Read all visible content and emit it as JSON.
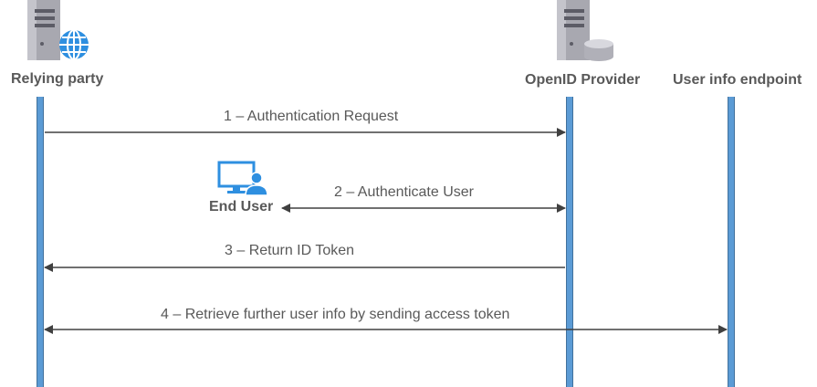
{
  "actors": {
    "relying_party": {
      "label": "Relying party",
      "icon": "server-globe-icon"
    },
    "openid_provider": {
      "label": "OpenID Provider",
      "icon": "server-database-icon"
    },
    "user_info_endpoint": {
      "label": "User info endpoint"
    },
    "end_user": {
      "label": "End User",
      "icon": "computer-user-icon"
    }
  },
  "messages": [
    {
      "label": "1 – Authentication Request",
      "from": "Relying party",
      "to": "OpenID Provider"
    },
    {
      "label": "2 – Authenticate User",
      "from": "OpenID Provider",
      "to": "End User",
      "bidirectional": true
    },
    {
      "label": "3 – Return ID Token",
      "from": "OpenID Provider",
      "to": "Relying party"
    },
    {
      "label": "4 – Retrieve further user info by sending access token",
      "from": "Relying party",
      "to": "User info endpoint",
      "bidirectional": true
    }
  ],
  "colors": {
    "lifeline": "#5b9bd5",
    "arrow": "#404040",
    "text": "#595959",
    "server": "#9e9ea6",
    "globe": "#2e8fe0"
  }
}
